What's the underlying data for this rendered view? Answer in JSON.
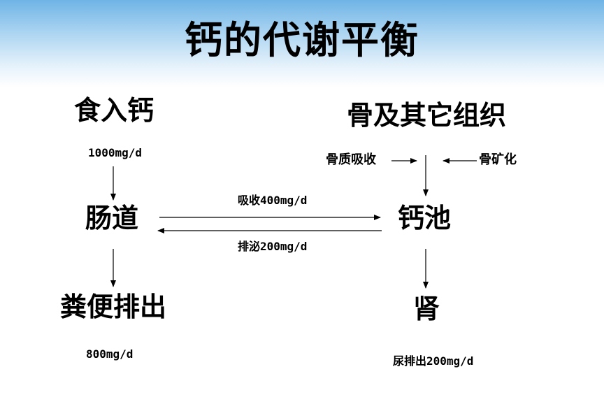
{
  "title": "钙的代谢平衡",
  "nodes": {
    "intake": "食入钙",
    "intake_amount": "1000mg/d",
    "intestine": "肠道",
    "feces": "粪便排出",
    "feces_amount": "800mg/d",
    "bone": "骨及其它组织",
    "bone_resorption": "骨质吸收",
    "bone_mineralization": "骨矿化",
    "pool": "钙池",
    "kidney": "肾",
    "urine_amount": "尿排出200mg/d"
  },
  "edges": {
    "absorb": "吸收400mg/d",
    "secrete": "排泌200mg/d"
  }
}
